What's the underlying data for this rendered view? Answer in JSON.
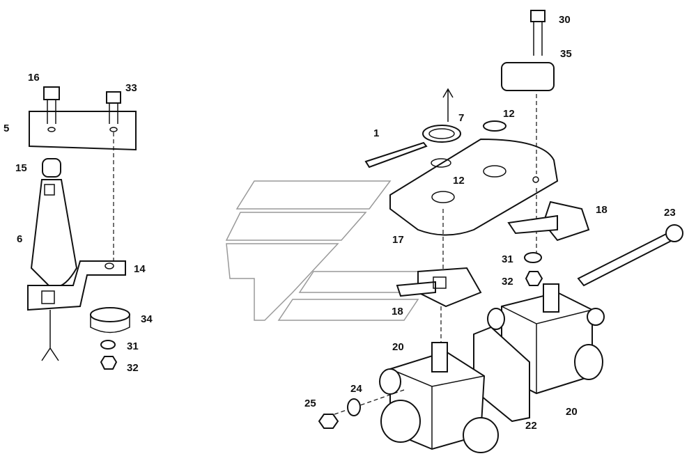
{
  "diagram": {
    "labels": {
      "l16": "16",
      "l33": "33",
      "l5": "5",
      "l15": "15",
      "l6": "6",
      "l14": "14",
      "l34": "34",
      "l31a": "31",
      "l32a": "32",
      "l1": "1",
      "l7": "7",
      "l12a": "12",
      "l12b": "12",
      "l30": "30",
      "l35": "35",
      "l18a": "18",
      "l23": "23",
      "l17": "17",
      "l31b": "31",
      "l32b": "32",
      "l18b": "18",
      "l20a": "20",
      "l24": "24",
      "l25": "25",
      "l22": "22",
      "l20b": "20"
    }
  }
}
